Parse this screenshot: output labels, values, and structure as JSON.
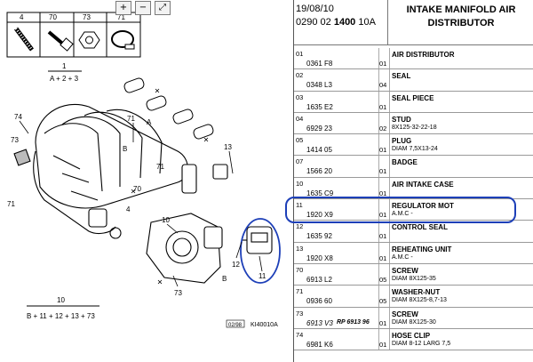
{
  "header": {
    "date": "19/08/10",
    "ref_prefix": "0290 02 ",
    "ref_bold": "1400",
    "ref_suffix": " 10A",
    "title": "INTAKE MANIFOLD AIR DISTRIBUTOR"
  },
  "toolbar": {
    "zoom_in": "+",
    "zoom_out": "−",
    "zoom_fit": "⤢"
  },
  "diagram_labels": {
    "top_numbers": [
      "4",
      "70",
      "73",
      "71"
    ],
    "group_top_num": "1",
    "group_top": "A + 2 + 3",
    "group_bottom_num": "10",
    "group_bottom": "B + 11 + 12 + 13 + 73",
    "callouts": [
      "71",
      "74",
      "73",
      "71",
      "4",
      "70",
      "71",
      "13",
      "10",
      "12",
      "11",
      "73",
      "B",
      "A",
      "B"
    ],
    "stamp_code": "02/98",
    "image_code": "KI40010A"
  },
  "parts": [
    {
      "idx": "01",
      "code": "0361 F8",
      "qty": "01",
      "name": "AIR DISTRIBUTOR",
      "desc": ""
    },
    {
      "idx": "02",
      "code": "0348 L3",
      "qty": "04",
      "name": "SEAL",
      "desc": ""
    },
    {
      "idx": "03",
      "code": "1635 E2",
      "qty": "01",
      "name": "SEAL PIECE",
      "desc": ""
    },
    {
      "idx": "04",
      "code": "6929 23",
      "qty": "02",
      "name": "STUD",
      "desc": "8X125-32-22-18"
    },
    {
      "idx": "05",
      "code": "1414 05",
      "qty": "01",
      "name": "PLUG",
      "desc": "DIAM 7,5X13-24"
    },
    {
      "idx": "07",
      "code": "1566 20",
      "qty": "01",
      "name": "BADGE",
      "desc": ""
    },
    {
      "idx": "10",
      "code": "1635 C9",
      "qty": "01",
      "name": "AIR INTAKE CASE",
      "desc": ""
    },
    {
      "idx": "11",
      "code": "1920 X9",
      "qty": "01",
      "name": "REGULATOR MOT",
      "desc": "A.M.C -"
    },
    {
      "idx": "12",
      "code": "1635 92",
      "qty": "01",
      "name": "CONTROL SEAL",
      "desc": ""
    },
    {
      "idx": "13",
      "code": "1920 X8",
      "qty": "01",
      "name": "REHEATING UNIT",
      "desc": "A.M.C -"
    },
    {
      "idx": "70",
      "code": "6913 L2",
      "qty": "05",
      "name": "SCREW",
      "desc": "DIAM 8X125-35"
    },
    {
      "idx": "71",
      "code": "0936 60",
      "qty": "05",
      "name": "WASHER-NUT",
      "desc": "DIAM 8X125-8,7-13"
    },
    {
      "idx": "73",
      "code": "6913 V3",
      "qty": "01",
      "name": "SCREW",
      "desc": "DIAM 8X125-30",
      "stamp": "RP 6913 96"
    },
    {
      "idx": "74",
      "code": "6981 K6",
      "qty": "01",
      "name": "HOSE CLIP",
      "desc": "DIAM 8-12 LARG 7,5"
    }
  ]
}
